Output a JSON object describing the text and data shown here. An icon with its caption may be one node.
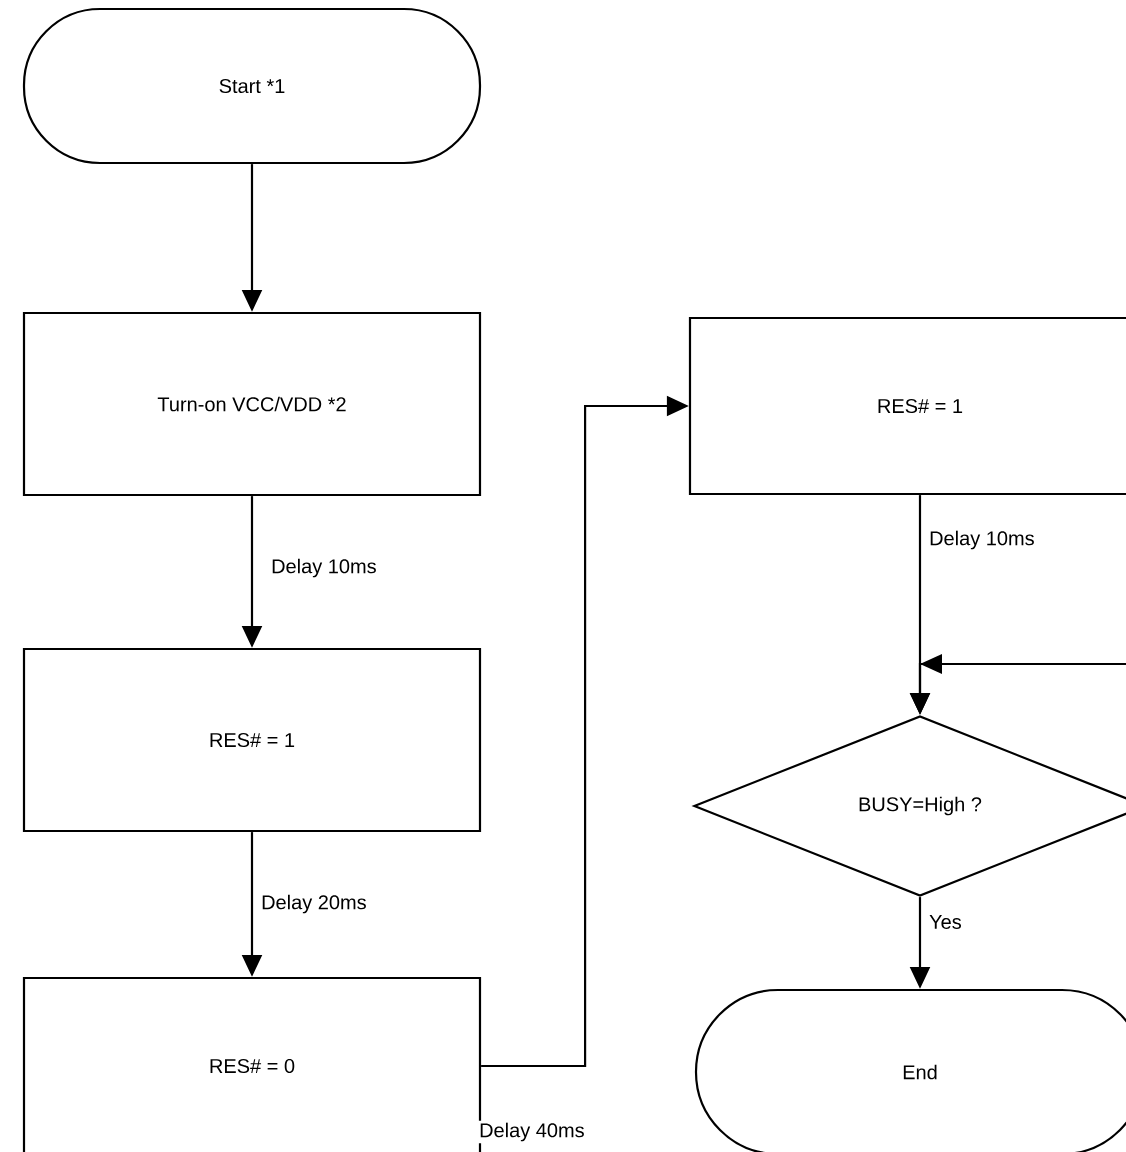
{
  "diagram": {
    "nodes": [
      {
        "text": [
          "Start *1"
        ]
      },
      {
        "text": [
          "Turn-on VCC/VDD *2"
        ]
      },
      {
        "text": [
          "RES# = 1"
        ]
      },
      {
        "text": [
          "RES# = 0"
        ]
      },
      {
        "text": [
          "RES# = 1"
        ]
      },
      {
        "text": [
          "BUSY=High ?"
        ]
      },
      {
        "text": [
          "End"
        ]
      }
    ],
    "edges": [
      {
        "from": 0,
        "to": 1,
        "arrow": "to"
      },
      {
        "from": 1,
        "to": 2,
        "arrow": "to",
        "label": "Delay 10ms"
      },
      {
        "from": 2,
        "to": 3,
        "arrow": "to",
        "label": "Delay 20ms"
      },
      {
        "from": 3,
        "to": 4,
        "arrow": "to",
        "label": "Delay 40ms"
      },
      {
        "from": 4,
        "to": 5,
        "arrow": "to",
        "label": "Delay 10ms"
      },
      {
        "from": 5,
        "to": 6,
        "arrow": "to",
        "label": "Yes"
      },
      {
        "from": null,
        "to": 5,
        "arrow": "to"
      }
    ]
  }
}
